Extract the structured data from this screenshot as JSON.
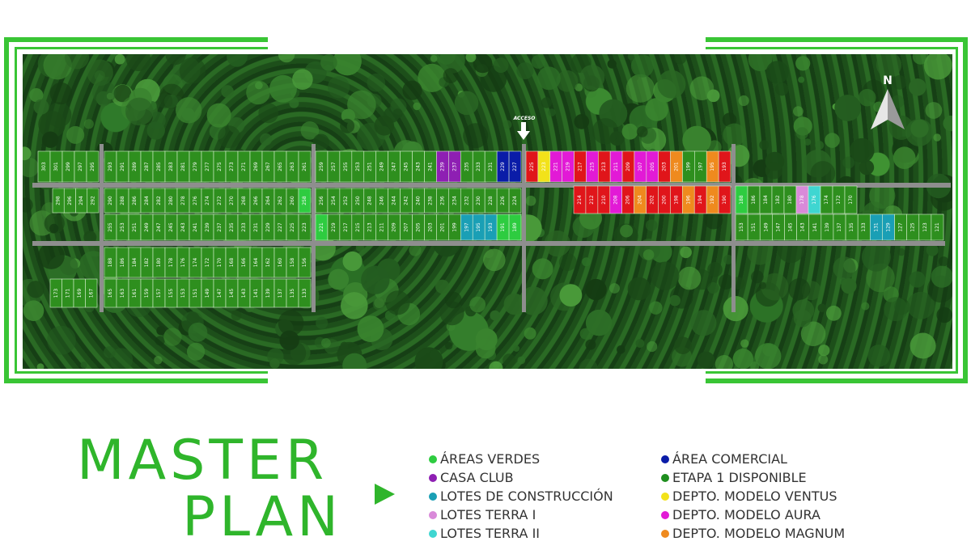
{
  "title": {
    "line1": "MASTER",
    "line2": "PLAN"
  },
  "map": {
    "acceso_label": "ACCESO",
    "north_label": "N",
    "colors": {
      "frame": "#39c535",
      "lot_default": "#2e8f1e",
      "areas_verdes": "#2ecc40",
      "casa_club": "#8e1fb3",
      "lotes_construccion": "#1a9fb5",
      "lotes_terra_1": "#d98ad9",
      "lotes_terra_2": "#3fd6d1",
      "area_comercial": "#0a1ca8",
      "etapa_1": "#1e8e1e",
      "modelo_ventus": "#f2e21a",
      "modelo_aura": "#e21ad6",
      "modelo_magnum": "#ef8a1e",
      "red": "#e0151a"
    },
    "rows": [
      {
        "id": "r1a",
        "numbers": [
          303,
          301,
          299,
          297,
          295
        ]
      },
      {
        "id": "r1b",
        "numbers": [
          293,
          291,
          289,
          287,
          285,
          283,
          281,
          279,
          277,
          275,
          273,
          271,
          269,
          267,
          265,
          263,
          261
        ]
      },
      {
        "id": "r1c",
        "numbers": [
          259,
          257,
          255,
          253,
          251,
          249,
          247,
          245,
          243,
          241,
          239,
          237,
          235,
          233,
          231,
          229,
          227
        ]
      },
      {
        "id": "r1d",
        "numbers": [
          225,
          223,
          221,
          219,
          217,
          215,
          213,
          211,
          209,
          207,
          205,
          203,
          201,
          199,
          197,
          195,
          193
        ]
      },
      {
        "id": "r2a",
        "numbers": [
          298,
          296,
          294,
          292
        ]
      },
      {
        "id": "r2b",
        "numbers": [
          290,
          288,
          286,
          284,
          282,
          280,
          278,
          276,
          274,
          272,
          270,
          268,
          266,
          264,
          262,
          260,
          258
        ]
      },
      {
        "id": "r2c",
        "numbers": [
          256,
          254,
          252,
          250,
          248,
          246,
          244,
          242,
          240,
          238,
          236,
          234,
          232,
          230,
          228,
          226,
          224
        ]
      },
      {
        "id": "r2d",
        "numbers": [
          214,
          212,
          210,
          208,
          206,
          204,
          202,
          200,
          198,
          196,
          194,
          192,
          190
        ]
      },
      {
        "id": "r2e",
        "numbers": [
          188,
          186,
          184,
          182,
          180,
          178,
          176,
          174,
          172,
          170
        ]
      },
      {
        "id": "r3b",
        "numbers": [
          255,
          253,
          251,
          249,
          247,
          245,
          243,
          241,
          239,
          237,
          235,
          233,
          231,
          229,
          227,
          225,
          223
        ]
      },
      {
        "id": "r3c",
        "numbers": [
          221,
          219,
          217,
          215,
          213,
          211,
          209,
          207,
          205,
          203,
          201,
          199,
          197,
          195,
          193,
          191,
          189
        ]
      },
      {
        "id": "r3e",
        "numbers": [
          153,
          151,
          149,
          147,
          145,
          143,
          141,
          139,
          137,
          135,
          133,
          131,
          129,
          127,
          125,
          123,
          121
        ]
      },
      {
        "id": "r4b",
        "numbers": [
          188,
          186,
          184,
          182,
          180,
          178,
          176,
          174,
          172,
          170,
          168,
          166,
          164,
          162,
          160,
          158,
          156
        ]
      },
      {
        "id": "r5a",
        "numbers": [
          173,
          171,
          169,
          167
        ]
      },
      {
        "id": "r5b",
        "numbers": [
          165,
          163,
          161,
          159,
          157,
          155,
          153,
          151,
          149,
          147,
          145,
          143,
          141,
          139,
          137,
          135,
          133
        ]
      }
    ],
    "highlights": {
      "r1c": {
        "239": "casa_club",
        "237": "casa_club",
        "229": "area_comercial",
        "227": "area_comercial"
      },
      "r1d": {
        "225": "red",
        "223": "modelo_ventus",
        "221": "modelo_aura",
        "219": "modelo_aura",
        "217": "red",
        "215": "modelo_aura",
        "213": "red",
        "211": "modelo_aura",
        "209": "red",
        "207": "modelo_aura",
        "205": "modelo_aura",
        "203": "red",
        "201": "modelo_magnum",
        "195": "modelo_magnum",
        "193": "red"
      },
      "r2b": {
        "258": "areas_verdes"
      },
      "r2d": {
        "214": "red",
        "212": "red",
        "210": "red",
        "208": "modelo_aura",
        "206": "red",
        "204": "modelo_magnum",
        "202": "red",
        "200": "red",
        "198": "red",
        "196": "modelo_magnum",
        "194": "red",
        "192": "modelo_magnum",
        "190": "red"
      },
      "r2e": {
        "188": "areas_verdes",
        "178": "lotes_terra_1",
        "176": "lotes_terra_2"
      },
      "r3c": {
        "221": "areas_verdes",
        "197": "lotes_construccion",
        "195": "lotes_construccion",
        "193": "lotes_construccion",
        "191": "areas_verdes",
        "189": "areas_verdes"
      },
      "r3e": {
        "131": "lotes_construccion",
        "129": "lotes_construccion"
      }
    }
  },
  "legend": {
    "left": [
      {
        "label": "ÁREAS VERDES",
        "color": "#2ecc40"
      },
      {
        "label": "CASA CLUB",
        "color": "#8e1fb3"
      },
      {
        "label": "LOTES DE CONSTRUCCIÓN",
        "color": "#1a9fb5"
      },
      {
        "label": "LOTES TERRA I",
        "color": "#d98ad9"
      },
      {
        "label": "LOTES TERRA II",
        "color": "#3fd6d1"
      }
    ],
    "right": [
      {
        "label": "ÁREA COMERCIAL",
        "color": "#0a1ca8"
      },
      {
        "label": "ETAPA 1 DISPONIBLE",
        "color": "#1e8e1e"
      },
      {
        "label": "DEPTO. MODELO VENTUS",
        "color": "#f2e21a"
      },
      {
        "label": "DEPTO. MODELO AURA",
        "color": "#e21ad6"
      },
      {
        "label": "DEPTO. MODELO MAGNUM",
        "color": "#ef8a1e"
      }
    ]
  }
}
